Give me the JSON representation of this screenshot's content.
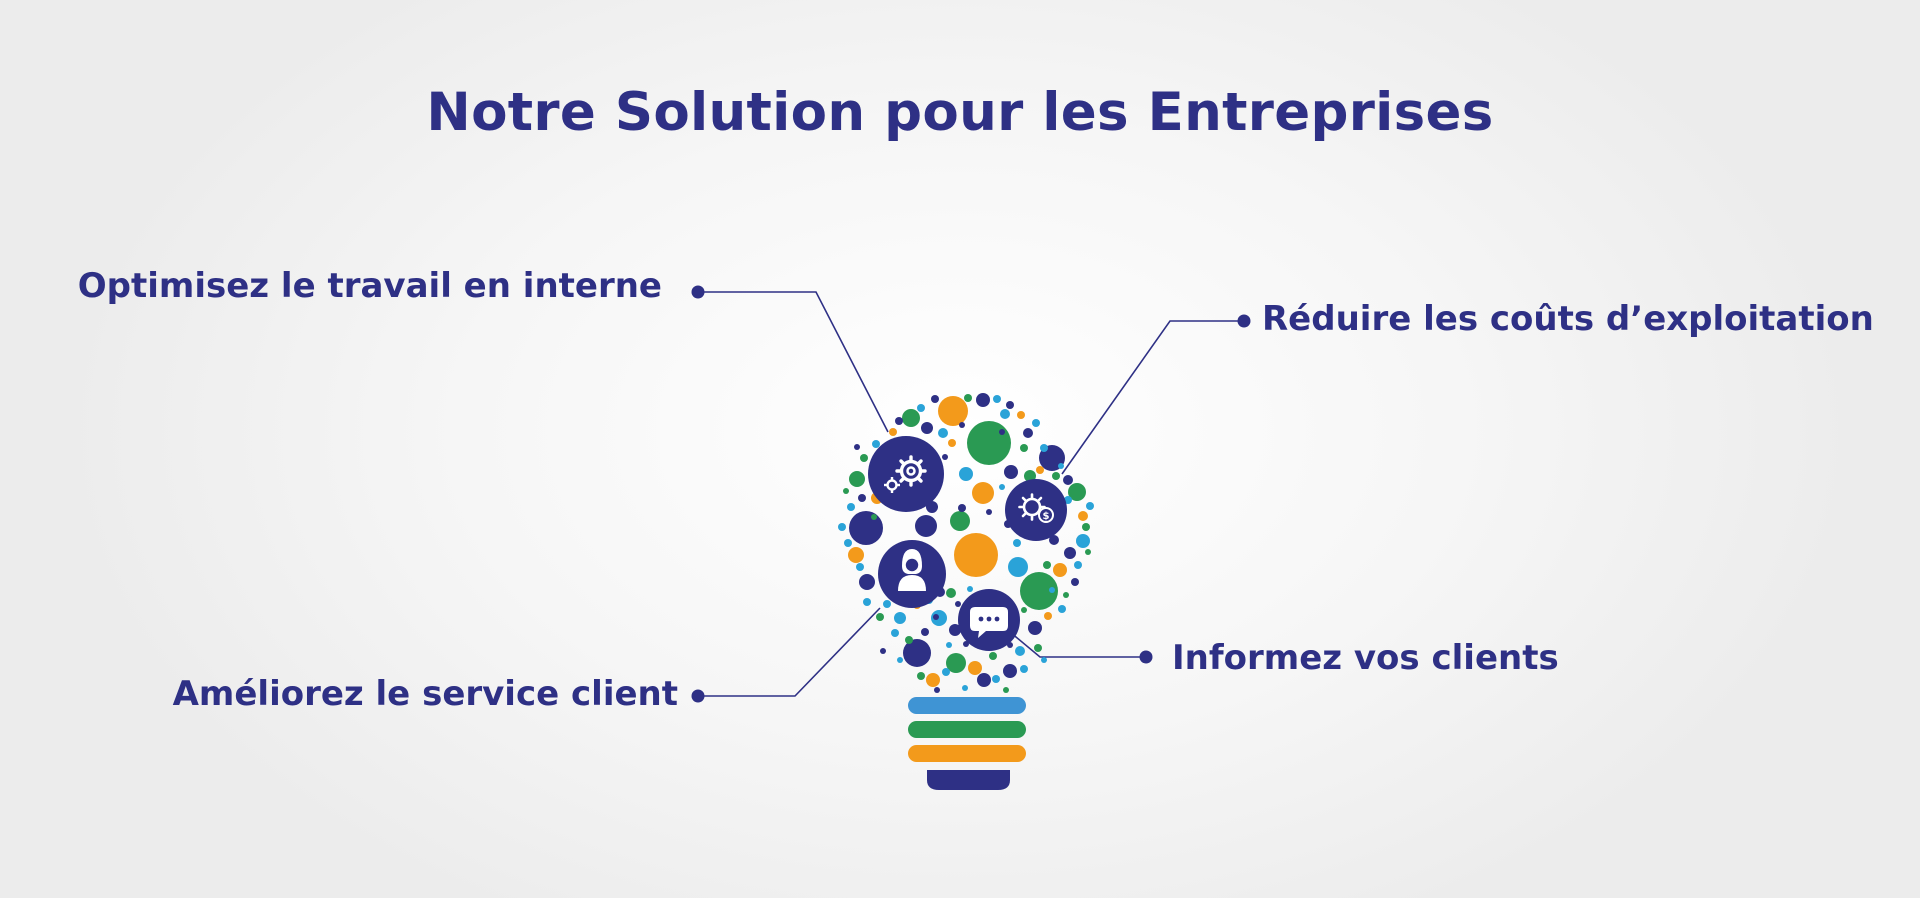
{
  "title": "Notre Solution pour les Entreprises",
  "features": {
    "top_left": "Optimisez le travail en interne",
    "bottom_left": "Améliorez le service client",
    "top_right": "Réduire les coûts d’exploitation",
    "bottom_right": "Informez vos clients"
  },
  "icons": {
    "top_left": "gears-icon",
    "bottom_left": "customer-support-agent-icon",
    "top_right": "gear-dollar-icon",
    "bottom_right": "chat-bubble-icon"
  },
  "colors": {
    "navy": "#2e3085",
    "orange": "#f39a1b",
    "green": "#2a9a53",
    "blue": "#3f94d4",
    "cyan": "#2aa3d8"
  }
}
